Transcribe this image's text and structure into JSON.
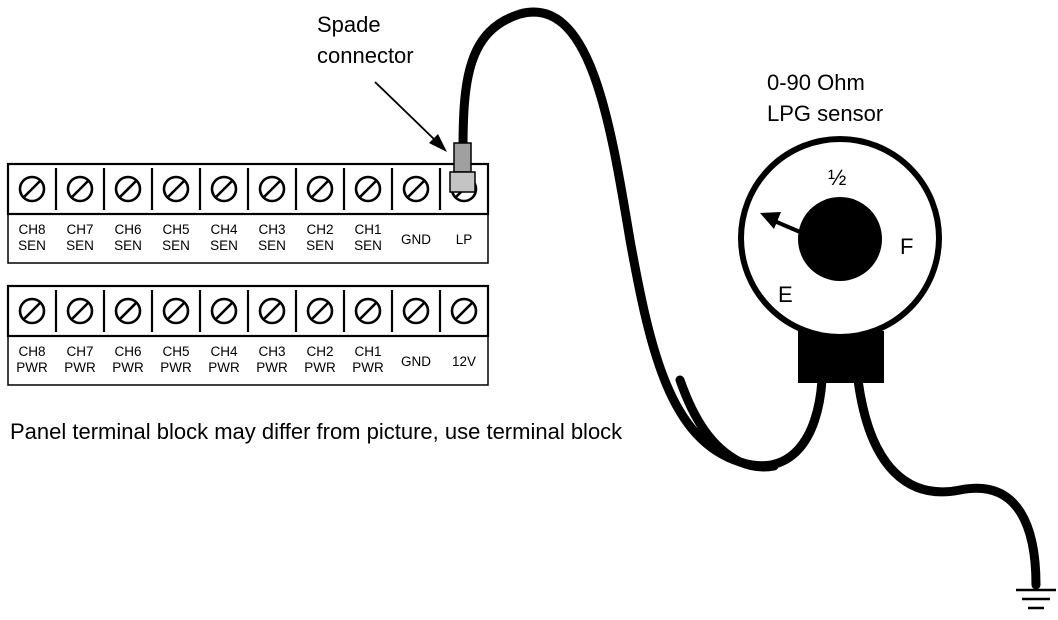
{
  "labels": {
    "spade_connector_line1": "Spade",
    "spade_connector_line2": "connector",
    "sensor_line1": "0-90 Ohm",
    "sensor_line2": "LPG sensor",
    "note": "Panel terminal block may differ from picture, use terminal block"
  },
  "gauge": {
    "half": "½",
    "full": "F",
    "empty": "E"
  },
  "sensor_block": {
    "terminals": [
      {
        "line1": "CH8",
        "line2": "SEN"
      },
      {
        "line1": "CH7",
        "line2": "SEN"
      },
      {
        "line1": "CH6",
        "line2": "SEN"
      },
      {
        "line1": "CH5",
        "line2": "SEN"
      },
      {
        "line1": "CH4",
        "line2": "SEN"
      },
      {
        "line1": "CH3",
        "line2": "SEN"
      },
      {
        "line1": "CH2",
        "line2": "SEN"
      },
      {
        "line1": "CH1",
        "line2": "SEN"
      },
      {
        "line1": "GND",
        "line2": ""
      },
      {
        "line1": "LP",
        "line2": ""
      }
    ]
  },
  "power_block": {
    "terminals": [
      {
        "line1": "CH8",
        "line2": "PWR"
      },
      {
        "line1": "CH7",
        "line2": "PWR"
      },
      {
        "line1": "CH6",
        "line2": "PWR"
      },
      {
        "line1": "CH5",
        "line2": "PWR"
      },
      {
        "line1": "CH4",
        "line2": "PWR"
      },
      {
        "line1": "CH3",
        "line2": "PWR"
      },
      {
        "line1": "CH2",
        "line2": "PWR"
      },
      {
        "line1": "CH1",
        "line2": "PWR"
      },
      {
        "line1": "GND",
        "line2": ""
      },
      {
        "line1": "12V",
        "line2": ""
      }
    ]
  }
}
